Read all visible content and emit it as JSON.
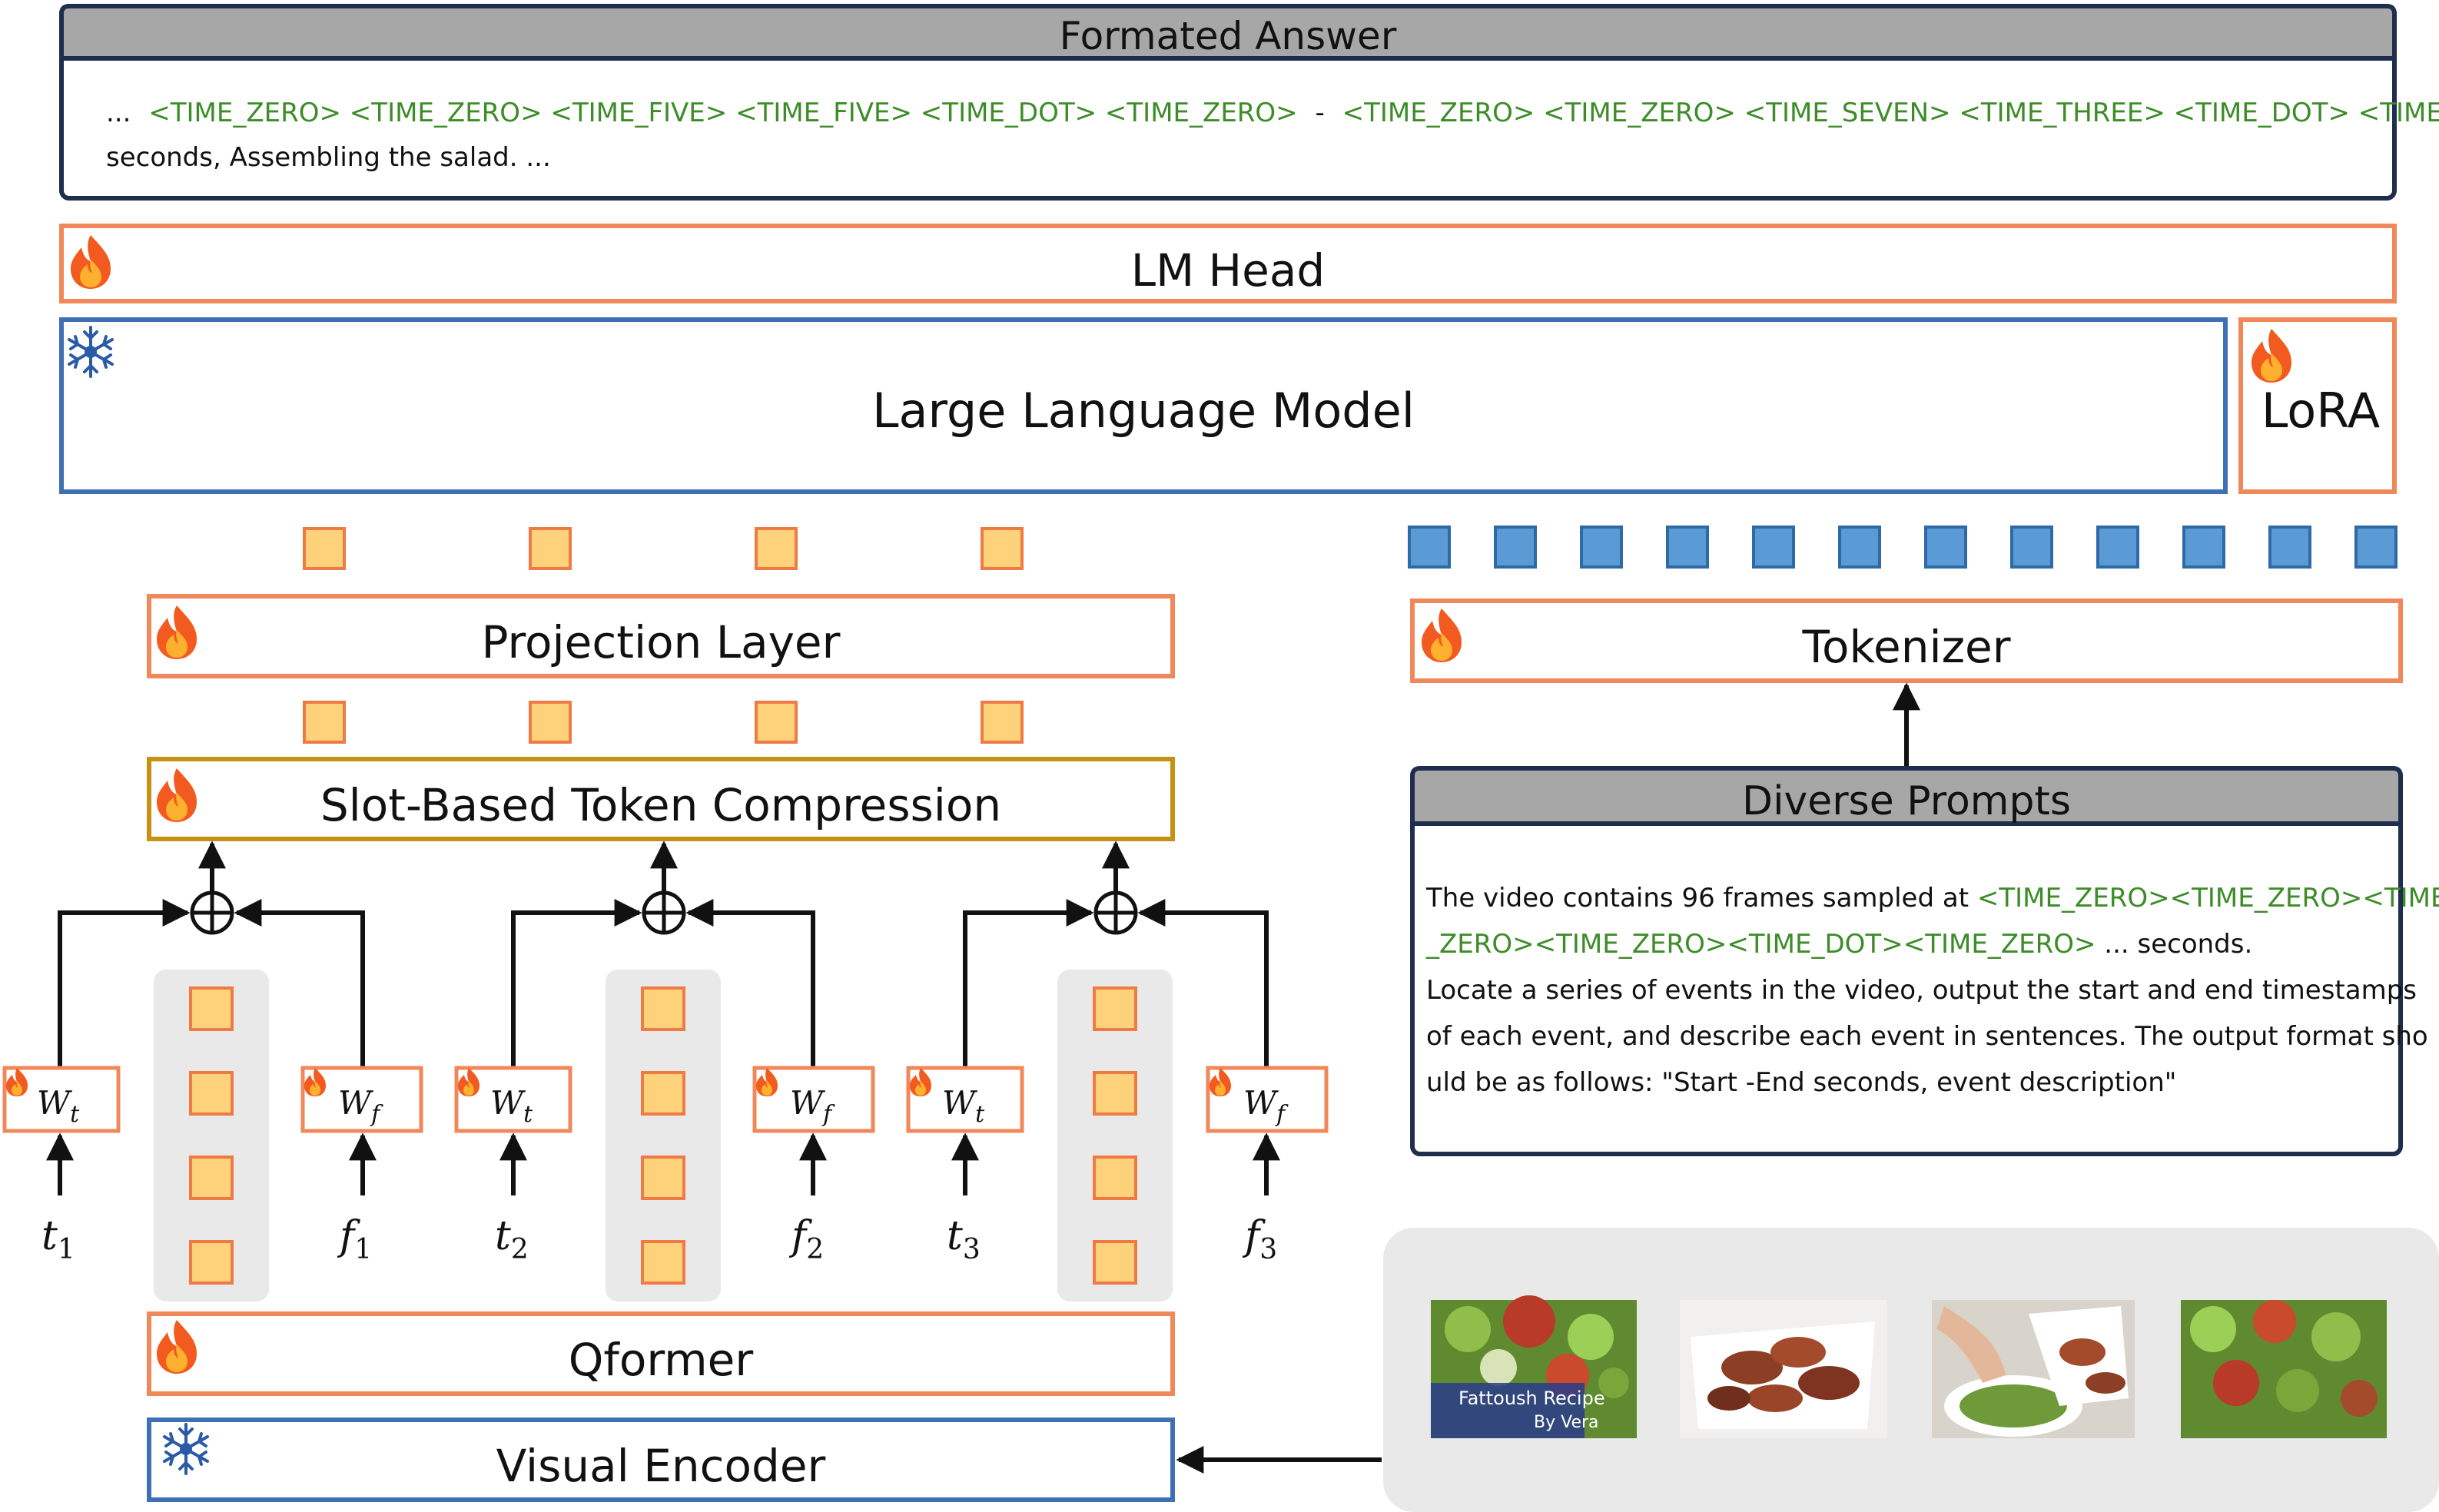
{
  "formatted_answer": {
    "header": "Formated Answer",
    "line1_prefix": "...",
    "line1_tokens": "<TIME_ZERO> <TIME_ZERO> <TIME_FIVE> <TIME_FIVE> <TIME_DOT> <TIME_ZERO>",
    "line1_sep": "-",
    "line1_tokens2": "<TIME_ZERO> <TIME_ZERO> <TIME_SEVEN> <TIME_THREE> <TIME_DOT> <TIME_ZERO>",
    "line2": "seconds, Assembling the salad.  ..."
  },
  "lm_head": "LM Head",
  "llm": "Large Language Model",
  "lora": "LoRA",
  "projection": "Projection Layer",
  "tokenizer": "Tokenizer",
  "compression": "Slot-Based Token Compression",
  "qformer": "Qformer",
  "visual_encoder": "Visual Encoder",
  "prompts": {
    "header": "Diverse Prompts",
    "l1_a": "The video contains 96 frames sampled at ",
    "l1_b": "<TIME_ZERO><TIME_ZERO><TIME",
    "l2_a": "_ZERO><TIME_ZERO><TIME_DOT><TIME_ZERO>",
    "l2_b": " ... seconds.",
    "l3": "Locate a series of events in the video, output the start and end timestamps",
    "l4": "of each event, and describe each event in sentences. The output format sho",
    "l5": "uld be as follows: \"Start -End seconds, event description\""
  },
  "groups": [
    {
      "wt": "W",
      "wt_sub": "t",
      "wf": "W",
      "wf_sub": "f",
      "t": "t",
      "t_sub": "1",
      "f": "f",
      "f_sub": "1"
    },
    {
      "wt": "W",
      "wt_sub": "t",
      "wf": "W",
      "wf_sub": "f",
      "t": "t",
      "t_sub": "2",
      "f": "f",
      "f_sub": "2"
    },
    {
      "wt": "W",
      "wt_sub": "t",
      "wf": "W",
      "wf_sub": "f",
      "t": "t",
      "t_sub": "3",
      "f": "f",
      "f_sub": "3"
    }
  ],
  "frames": {
    "caption1": "Fattoush Recipe",
    "caption2": "By Vera"
  },
  "colors": {
    "orange": "#f0885a",
    "blue": "#3f6fb5",
    "navy": "#1f2d4e",
    "gold": "#c69214",
    "token_orange_fill": "#fdd27a",
    "token_orange_stroke": "#f07a45",
    "token_blue_fill": "#5b9bd5",
    "token_blue_stroke": "#2e6aa8",
    "header_gray": "#a8a7a7",
    "panel_gray": "#e9e9e9",
    "green_text": "#3c8c28"
  },
  "icons": {
    "trainable": "flame-icon",
    "frozen": "snowflake-icon"
  }
}
